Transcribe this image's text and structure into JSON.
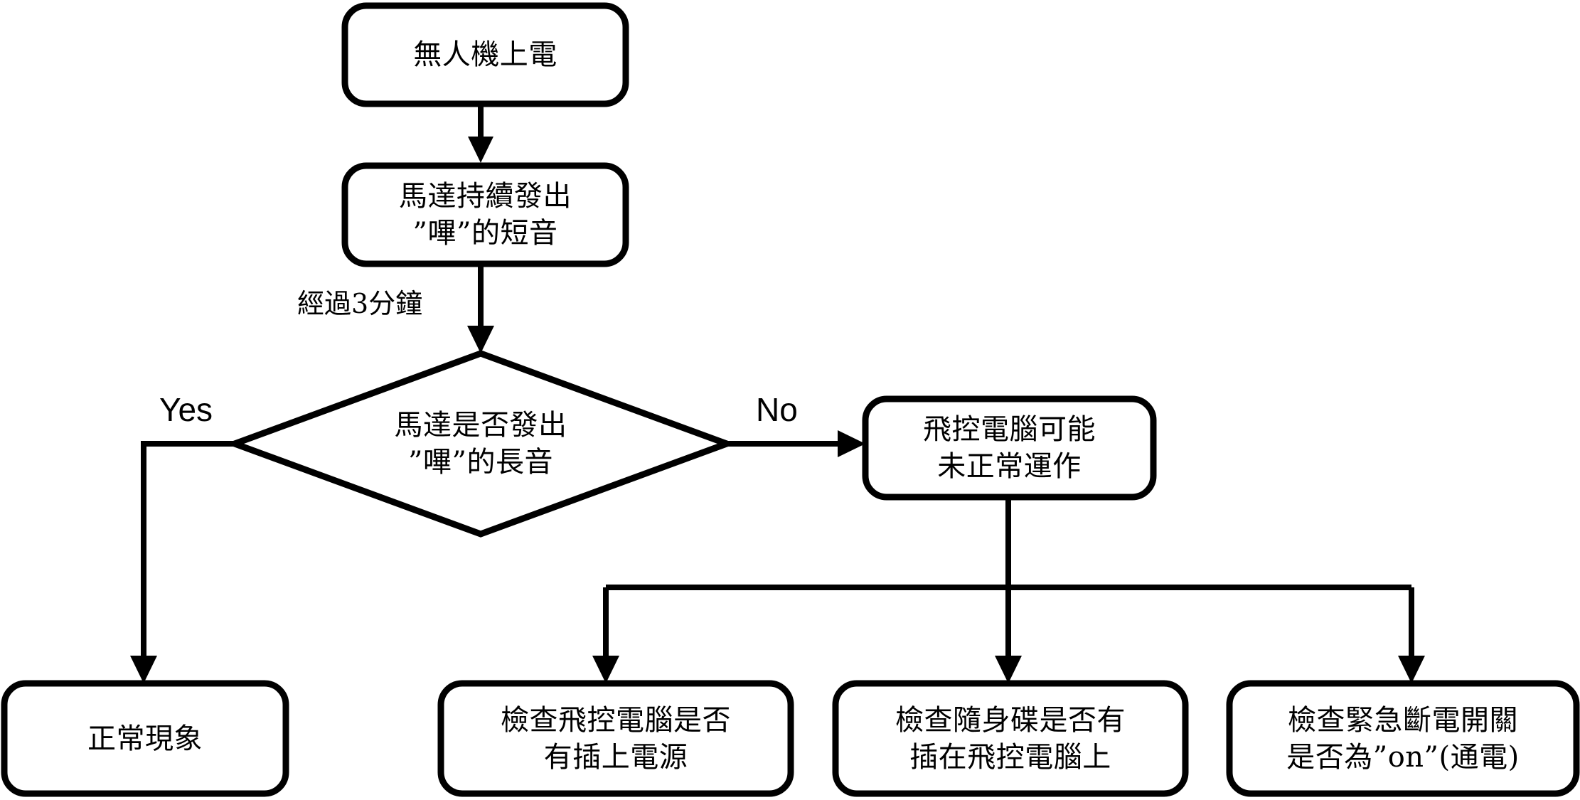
{
  "diagram": {
    "type": "flowchart",
    "orientation": "top-down",
    "language": "zh-Hant",
    "background_color": "#ffffff",
    "line_color": "#000000",
    "fill_color": "#ffffff"
  },
  "nodes": [
    {
      "id": "start",
      "shape": "rounded-rect",
      "lines": [
        "無人機上電"
      ]
    },
    {
      "id": "short-beep",
      "shape": "rounded-rect",
      "lines": [
        "馬達持續發出",
        "”嗶”的短音"
      ]
    },
    {
      "id": "decision-long-beep",
      "shape": "diamond",
      "lines": [
        "馬達是否發出",
        "”嗶”的長音"
      ]
    },
    {
      "id": "fc-abnormal",
      "shape": "rounded-rect",
      "lines": [
        "飛控電腦可能",
        "未正常運作"
      ]
    },
    {
      "id": "normal",
      "shape": "rounded-rect",
      "lines": [
        "正常現象"
      ]
    },
    {
      "id": "check-power",
      "shape": "rounded-rect",
      "lines": [
        "檢查飛控電腦是否",
        "有插上電源"
      ]
    },
    {
      "id": "check-usb",
      "shape": "rounded-rect",
      "lines": [
        "檢查隨身碟是否有",
        "插在飛控電腦上"
      ]
    },
    {
      "id": "check-switch",
      "shape": "rounded-rect",
      "lines": [
        "檢查緊急斷電開關",
        "是否為”on”(通電)"
      ]
    }
  ],
  "edge_labels": {
    "elapsed_time": "經過3分鐘",
    "yes": "Yes",
    "no": "No"
  }
}
